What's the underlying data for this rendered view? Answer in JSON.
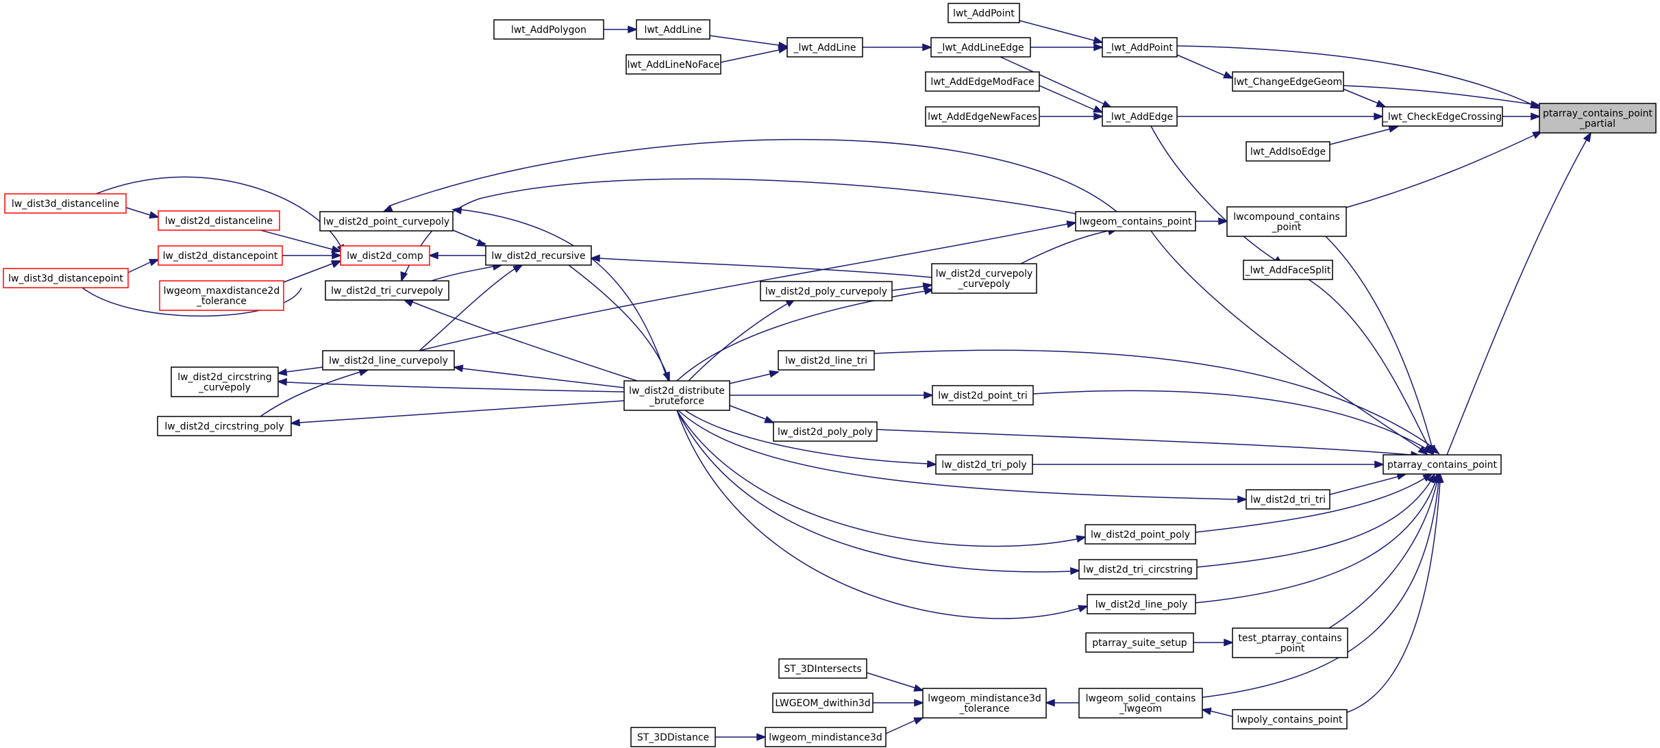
{
  "graph": {
    "edge_color": "#191970",
    "truncated_border_color": "#ff0000",
    "focus_fill_color": "#bfbfbf",
    "nodes": {
      "AddPolygon": {
        "lines": [
          "lwt_AddPolygon"
        ]
      },
      "AddLine": {
        "lines": [
          "lwt_AddLine"
        ]
      },
      "AddLineNoFace": {
        "lines": [
          "lwt_AddLineNoFace"
        ]
      },
      "_AddLine": {
        "lines": [
          "_lwt_AddLine"
        ]
      },
      "_AddLineEdge": {
        "lines": [
          "_lwt_AddLineEdge"
        ]
      },
      "AddPoint": {
        "lines": [
          "lwt_AddPoint"
        ]
      },
      "_AddPoint": {
        "lines": [
          "_lwt_AddPoint"
        ]
      },
      "ChangeEdgeGeom": {
        "lines": [
          "lwt_ChangeEdgeGeom"
        ]
      },
      "AddEdgeModFace": {
        "lines": [
          "lwt_AddEdgeModFace"
        ]
      },
      "AddEdgeNewFaces": {
        "lines": [
          "lwt_AddEdgeNewFaces"
        ]
      },
      "_AddEdge": {
        "lines": [
          "_lwt_AddEdge"
        ]
      },
      "_CheckEdgeCrossing": {
        "lines": [
          "_lwt_CheckEdgeCrossing"
        ]
      },
      "AddIsoEdge": {
        "lines": [
          "lwt_AddIsoEdge"
        ]
      },
      "pcp_partial": {
        "lines": [
          "ptarray_contains_point",
          "_partial"
        ]
      },
      "dist3d_distanceline": {
        "lines": [
          "lw_dist3d_distanceline"
        ]
      },
      "dist2d_distanceline": {
        "lines": [
          "lw_dist2d_distanceline"
        ]
      },
      "dist2d_distancepoint": {
        "lines": [
          "lw_dist2d_distancepoint"
        ]
      },
      "dist3d_distancepoint": {
        "lines": [
          "lw_dist3d_distancepoint"
        ]
      },
      "maxdistance2d_tol": {
        "lines": [
          "lwgeom_maxdistance2d",
          "_tolerance"
        ]
      },
      "dist2d_comp": {
        "lines": [
          "lw_dist2d_comp"
        ]
      },
      "point_curvepoly": {
        "lines": [
          "lw_dist2d_point_curvepoly"
        ]
      },
      "tri_curvepoly": {
        "lines": [
          "lw_dist2d_tri_curvepoly"
        ]
      },
      "dist2d_recursive": {
        "lines": [
          "lw_dist2d_recursive"
        ]
      },
      "lwgeom_contains_point": {
        "lines": [
          "lwgeom_contains_point"
        ]
      },
      "lwcompound_contains": {
        "lines": [
          "lwcompound_contains",
          "_point"
        ]
      },
      "_AddFaceSplit": {
        "lines": [
          "_lwt_AddFaceSplit"
        ]
      },
      "curvepoly_curvepoly": {
        "lines": [
          "lw_dist2d_curvepoly",
          "_curvepoly"
        ]
      },
      "poly_curvepoly": {
        "lines": [
          "lw_dist2d_poly_curvepoly"
        ]
      },
      "line_curvepoly": {
        "lines": [
          "lw_dist2d_line_curvepoly"
        ]
      },
      "circstring_curvepoly": {
        "lines": [
          "lw_dist2d_circstring",
          "_curvepoly"
        ]
      },
      "circstring_poly": {
        "lines": [
          "lw_dist2d_circstring_poly"
        ]
      },
      "distribute_bruteforce": {
        "lines": [
          "lw_dist2d_distribute",
          "_bruteforce"
        ]
      },
      "line_tri": {
        "lines": [
          "lw_dist2d_line_tri"
        ]
      },
      "point_tri": {
        "lines": [
          "lw_dist2d_point_tri"
        ]
      },
      "poly_poly": {
        "lines": [
          "lw_dist2d_poly_poly"
        ]
      },
      "tri_poly": {
        "lines": [
          "lw_dist2d_tri_poly"
        ]
      },
      "ptarray_contains_point": {
        "lines": [
          "ptarray_contains_point"
        ]
      },
      "tri_tri": {
        "lines": [
          "lw_dist2d_tri_tri"
        ]
      },
      "point_poly": {
        "lines": [
          "lw_dist2d_point_poly"
        ]
      },
      "tri_circstring": {
        "lines": [
          "lw_dist2d_tri_circstring"
        ]
      },
      "line_poly": {
        "lines": [
          "lw_dist2d_line_poly"
        ]
      },
      "suite_setup": {
        "lines": [
          "ptarray_suite_setup"
        ]
      },
      "test_pcp": {
        "lines": [
          "test_ptarray_contains",
          "_point"
        ]
      },
      "ST_3DIntersects": {
        "lines": [
          "ST_3DIntersects"
        ]
      },
      "dwithin3d": {
        "lines": [
          "LWGEOM_dwithin3d"
        ]
      },
      "ST_3DDistance": {
        "lines": [
          "ST_3DDistance"
        ]
      },
      "mindist3d_tol": {
        "lines": [
          "lwgeom_mindistance3d",
          "_tolerance"
        ]
      },
      "mindist3d": {
        "lines": [
          "lwgeom_mindistance3d"
        ]
      },
      "solid_contains": {
        "lines": [
          "lwgeom_solid_contains",
          "_lwgeom"
        ]
      },
      "lwpoly_contains": {
        "lines": [
          "lwpoly_contains_point"
        ]
      }
    }
  }
}
